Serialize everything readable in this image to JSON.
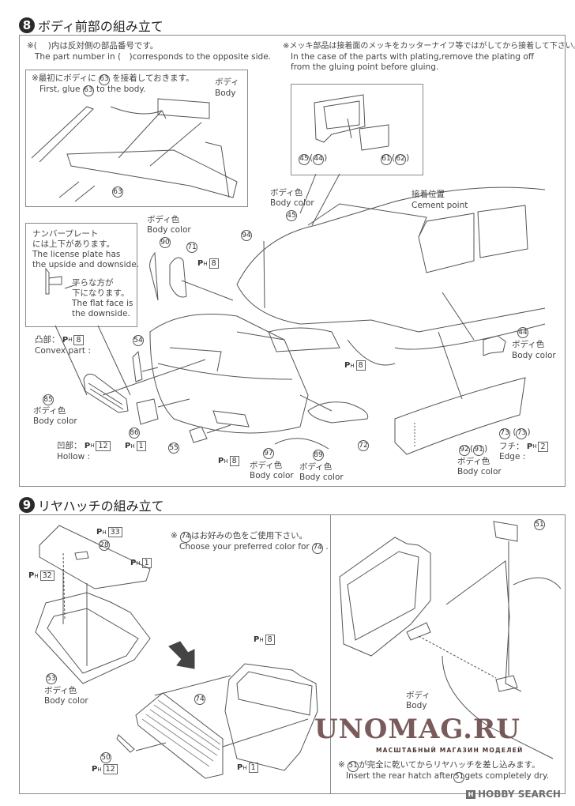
{
  "step8": {
    "number": "8",
    "title": "ボディ前部の組み立て",
    "note_jp": "※(　 )内は反対側の部品番号です。",
    "note_en": "The part number in (　)corresponds to the opposite side.",
    "plating_jp": "※メッキ部品は接着面のメッキをカッターナイフ等ではがしてから接着して下さい。",
    "plating_en_1": "In the case of the parts with plating,remove the plating off",
    "plating_en_2": "from the gluing point before gluing.",
    "inset_first": {
      "jp_prefix": "※最初にボディに",
      "jp_suffix": "を接着しておきます。",
      "en_prefix": "First, glue",
      "en_suffix": "to the body.",
      "part": "63",
      "body_jp": "ボディ",
      "body_en": "Body",
      "label_part": "63"
    },
    "inset_mirror": {
      "part_a": "45",
      "part_a_opp": "44",
      "part_b": "61",
      "part_b_opp": "62"
    },
    "license_note": {
      "jp_1": "ナンバープレート",
      "jp_2": "には上下があります。",
      "en_1": "The license plate has",
      "en_2": "the upside and downside.",
      "flat_jp_1": "平らな方が",
      "flat_jp_2": "下になります。",
      "flat_en_1": "The flat face is",
      "flat_en_2": "the downside."
    },
    "body_color_jp": "ボディ色",
    "body_color_en": "Body color",
    "convex_jp": "凸部：",
    "convex_en": "Convex part :",
    "hollow_jp": "凹部：",
    "hollow_en": "Hollow :",
    "cement_jp": "接着位置",
    "cement_en": "Cement point",
    "edge_jp": "フチ：",
    "edge_en": "Edge :",
    "paint_prefix": "P",
    "paint_sub": "H",
    "parts": {
      "p45": "45",
      "p44": "44",
      "p90": "90",
      "p71": "71",
      "p94": "94",
      "p54": "54",
      "p85": "85",
      "p86": "86",
      "p55": "55",
      "p97": "97",
      "p89": "89",
      "p72": "72",
      "p73": "73",
      "p73b": "73",
      "p92": "92",
      "p91": "91"
    },
    "paints": {
      "ph8_a": "8",
      "ph8_convex": "8",
      "ph12_hollow": "12",
      "ph1_86": "1",
      "ph8_bumper": "8",
      "ph8_grille": "8",
      "ph2_edge": "2"
    }
  },
  "step9": {
    "number": "9",
    "title": "リヤハッチの組み立て",
    "color_note_jp_suffix": "はお好みの色をご使用下さい。",
    "color_note_en": "Choose your preferred color for",
    "color_note_part": "74",
    "parts": {
      "p28": "28",
      "p53": "53",
      "p74": "74",
      "p50": "50",
      "p51": "51"
    },
    "paints": {
      "ph33": "33",
      "ph32": "32",
      "ph1_a": "1",
      "ph8": "8",
      "ph12": "12",
      "ph1_b": "1"
    },
    "body_color_jp": "ボディ色",
    "body_color_en": "Body color",
    "body_jp": "ボディ",
    "body_en": "Body",
    "insert_jp_suffix": "が完全に乾いてからリヤハッチを差し込みます。",
    "insert_en_prefix": "Insert the rear hatch after",
    "insert_en_suffix": "gets completely dry.",
    "insert_part": "51"
  },
  "watermark": {
    "main": "UNOMAG.RU",
    "sub": "МАСШТАБНЫЙ МАГАЗИН МОДЕЛЕЙ",
    "color": "#6b4a4a"
  },
  "credit": {
    "logo": "H",
    "text": "HOBBY SEARCH"
  },
  "colors": {
    "ink": "#3a3a3a",
    "frame": "#8a8a8a",
    "badge": "#2a2a2a"
  }
}
